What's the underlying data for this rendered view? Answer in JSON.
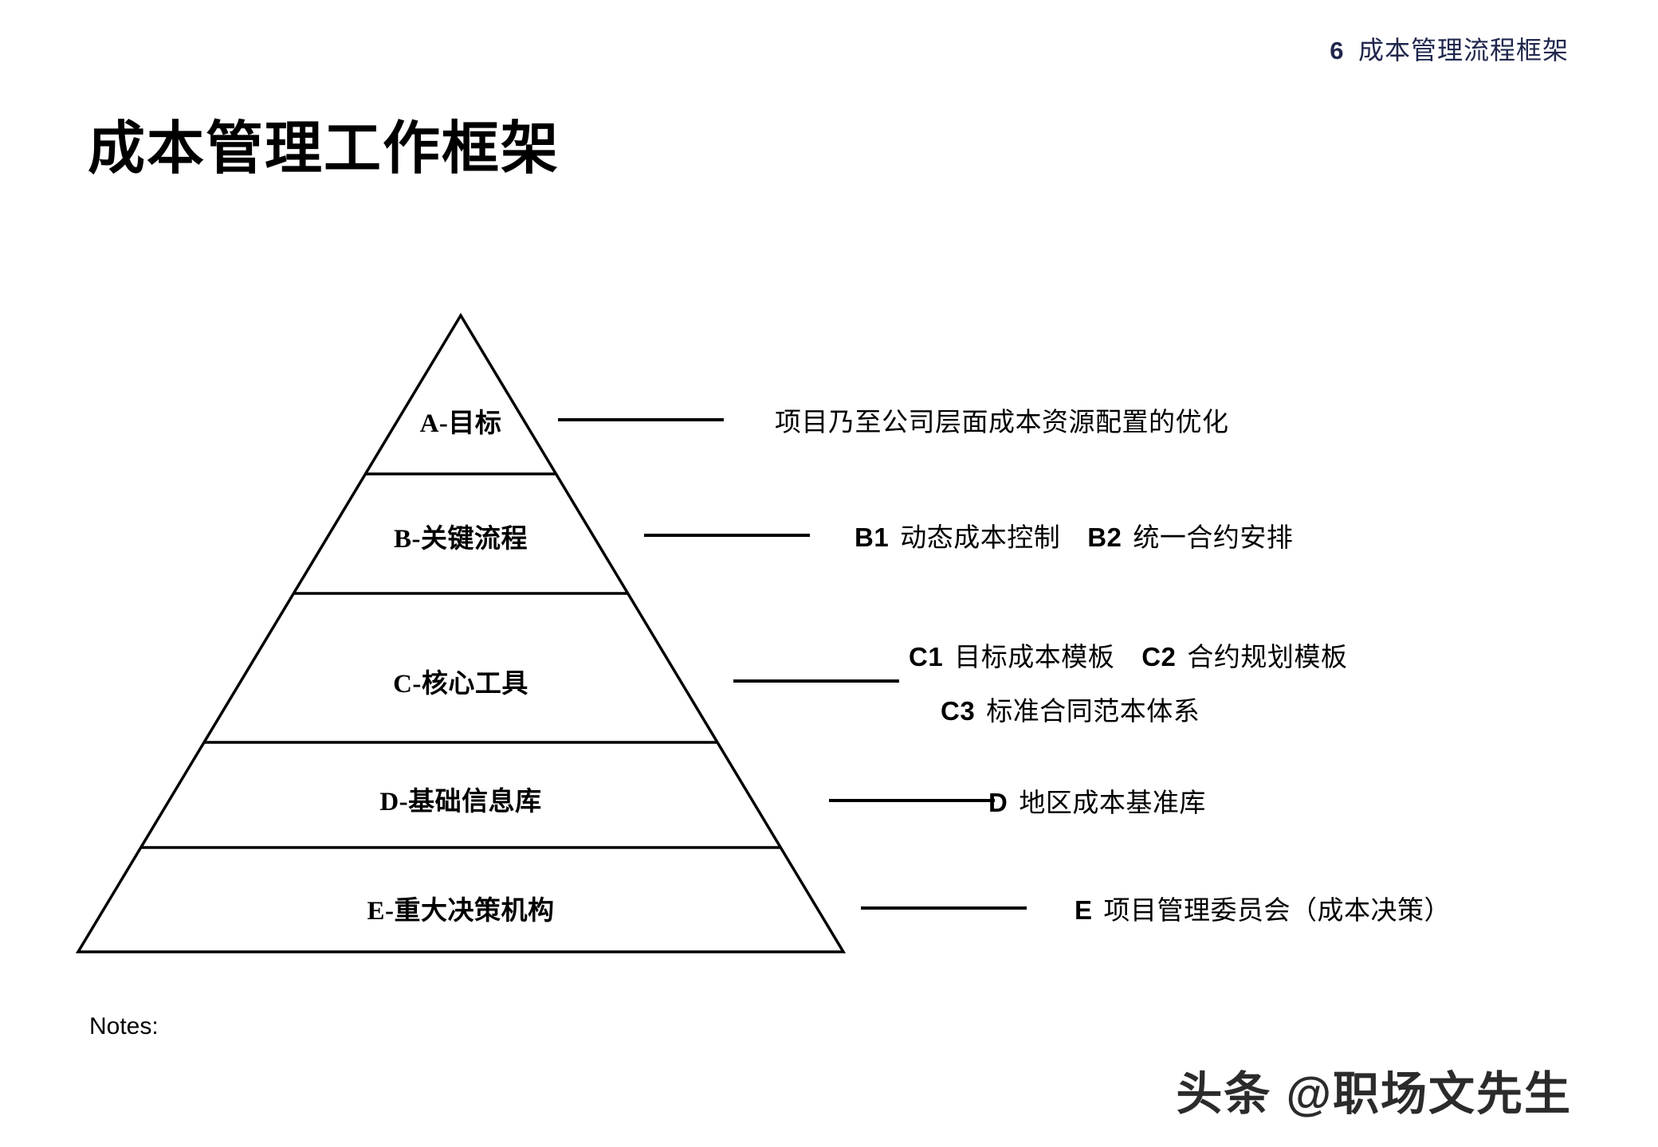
{
  "header": {
    "page_number": "6",
    "title": "成本管理流程框架",
    "color": "#20274d"
  },
  "page_title": "成本管理工作框架",
  "diagram": {
    "type": "pyramid",
    "levels": [
      {
        "key": "A",
        "label": "A-目标",
        "description_lines": [
          [
            {
              "kind": "text",
              "value": "项目乃至公司层面成本资源配置的优化"
            }
          ]
        ]
      },
      {
        "key": "B",
        "label": "B-关键流程",
        "description_lines": [
          [
            {
              "kind": "code",
              "value": "B1"
            },
            {
              "kind": "text",
              "value": "动态成本控制"
            },
            {
              "kind": "code",
              "value": "B2"
            },
            {
              "kind": "text",
              "value": "统一合约安排"
            }
          ]
        ]
      },
      {
        "key": "C",
        "label": "C-核心工具",
        "description_lines": [
          [
            {
              "kind": "code",
              "value": "C1"
            },
            {
              "kind": "text",
              "value": "目标成本模板"
            },
            {
              "kind": "code",
              "value": "C2"
            },
            {
              "kind": "text",
              "value": "合约规划模板"
            }
          ],
          [
            {
              "kind": "code",
              "value": "C3"
            },
            {
              "kind": "text",
              "value": "标准合同范本体系"
            }
          ]
        ]
      },
      {
        "key": "D",
        "label": "D-基础信息库",
        "description_lines": [
          [
            {
              "kind": "code",
              "value": "D"
            },
            {
              "kind": "text",
              "value": "地区成本基准库"
            }
          ]
        ]
      },
      {
        "key": "E",
        "label": "E-重大决策机构",
        "description_lines": [
          [
            {
              "kind": "code",
              "value": "E"
            },
            {
              "kind": "text",
              "value": "项目管理委员会（成本决策）"
            }
          ]
        ]
      }
    ]
  },
  "notes_label": "Notes:",
  "watermark": "头条 @职场文先生",
  "colors": {
    "stroke": "#000000",
    "text": "#000000",
    "header": "#20274d",
    "background": "#ffffff"
  }
}
